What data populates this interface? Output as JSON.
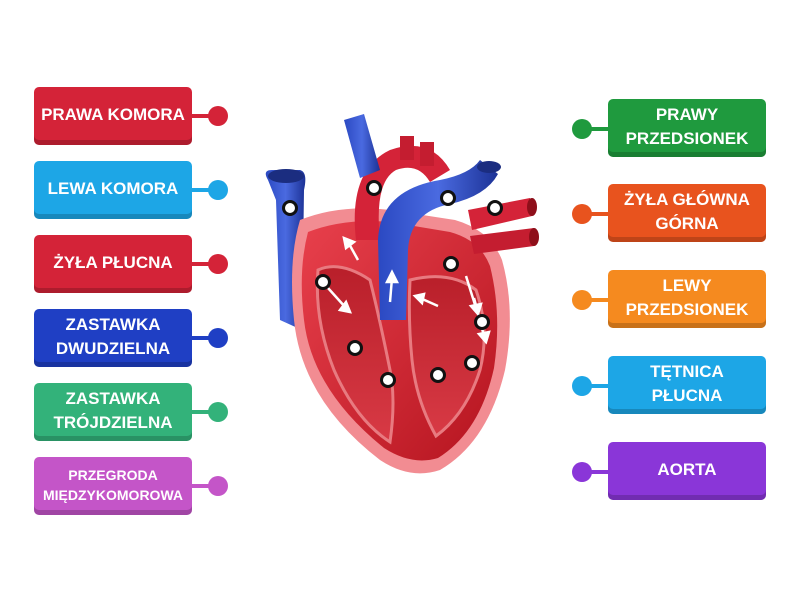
{
  "left_labels": [
    {
      "text": "PRAWA KOMORA",
      "color": "#d42338"
    },
    {
      "text": "LEWA KOMORA",
      "color": "#1da6e6"
    },
    {
      "text": "ŻYŁA PŁUCNA",
      "color": "#d42338"
    },
    {
      "text": "ZASTAWKA DWUDZIELNA",
      "color": "#1f3fc4"
    },
    {
      "text": "ZASTAWKA TRÓJDZIELNA",
      "color": "#33b27a"
    },
    {
      "text": "PRZEGRODA MIĘDZYKOMOROWA",
      "color": "#c455c8"
    }
  ],
  "right_labels": [
    {
      "text": "PRAWY PRZEDSIONEK",
      "color": "#1f9a3e"
    },
    {
      "text": "ŻYŁA GŁÓWNA GÓRNA",
      "color": "#e8531e"
    },
    {
      "text": "LEWY PRZEDSIONEK",
      "color": "#f58a1f"
    },
    {
      "text": "TĘTNICA PŁUCNA",
      "color": "#1da6e6"
    },
    {
      "text": "AORTA",
      "color": "#8a36d8"
    }
  ],
  "hotspot_count": 12
}
